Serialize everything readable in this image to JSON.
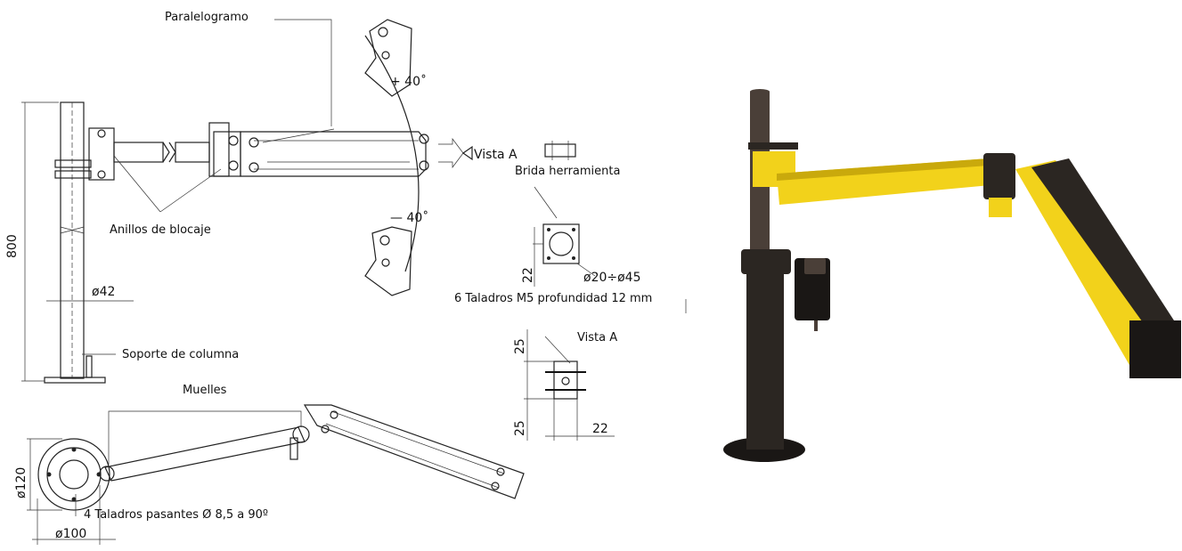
{
  "labels": {
    "paralelogramo": "Paralelogramo",
    "anillos": "Anillos de blocaje",
    "soporte": "Soporte de columna",
    "muelles": "Muelles",
    "vista_a_arrow": "Vista A",
    "brida": "Brida herramienta",
    "taladros_m5": "6 Taladros M5 profundidad 12 mm",
    "vista_a": "Vista A",
    "taladros_pasantes": "4 Taladros pasantes Ø 8,5 a 90º"
  },
  "dimensions": {
    "height": "800",
    "column_dia": "ø42",
    "angle_up": "+ 40˚",
    "angle_down": "— 40˚",
    "flange_range": "ø20÷ø45",
    "flange_offset": "22",
    "vista_top": "25",
    "vista_bottom": "25",
    "vista_width": "22",
    "base_outer": "ø120",
    "base_inner": "ø100"
  },
  "colors": {
    "arm_yellow": "#f2d21b",
    "arm_shadow": "#c9a90c",
    "column_dark": "#2b2622",
    "column_mid": "#4a3f38",
    "base_dark": "#1a1715"
  }
}
